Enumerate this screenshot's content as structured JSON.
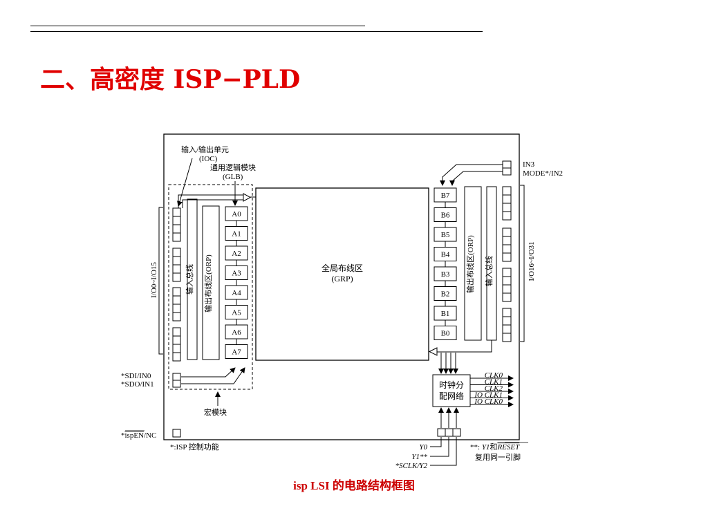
{
  "title": "二、高密度 ISP−PLD",
  "caption": "isp LSI   的电路结构框图",
  "colors": {
    "title": "#e00000",
    "caption": "#cc0000"
  },
  "diagram": {
    "ioc_label": "输入/输出单元",
    "ioc_abbr": "(IOC)",
    "glb_label": "通用逻辑模块",
    "glb_abbr": "(GLB)",
    "grp_label": "全局布线区",
    "grp_abbr": "(GRP)",
    "input_bus": "输入总线",
    "orp": "输出布线区(ORP)",
    "a_blocks": [
      "A0",
      "A1",
      "A2",
      "A3",
      "A4",
      "A5",
      "A6",
      "A7"
    ],
    "b_blocks": [
      "B7",
      "B6",
      "B5",
      "B4",
      "B3",
      "B2",
      "B1",
      "B0"
    ],
    "io_left": "I/O0~I/O15",
    "io_right": "I/O16~I/O31",
    "in3": "IN3",
    "mode_in2": "MODE*/IN2",
    "sdi": "*SDI/IN0",
    "sdo": "*SDO/IN1",
    "macro": "宏模块",
    "ispen_prefix": "*",
    "ispen": "ispEN",
    "ispen_suffix": "/NC",
    "isp_note": "*:ISP 控制功能",
    "clock_dist_line1": "时钟分",
    "clock_dist_line2": "配网络",
    "clk_outputs": [
      "CLK0",
      "CLK1",
      "CLK2",
      "IO  CLK1",
      "IO  CLK0"
    ],
    "y0": "Y0",
    "y1": "Y1**",
    "sclk": "*SCLK/Y2",
    "reset_note_prefix": "**: ",
    "reset_note_y1": "Y1",
    "reset_note_mid": "和",
    "reset_note_reset": "RESET",
    "reset_note_line2": "复用同一引脚"
  }
}
